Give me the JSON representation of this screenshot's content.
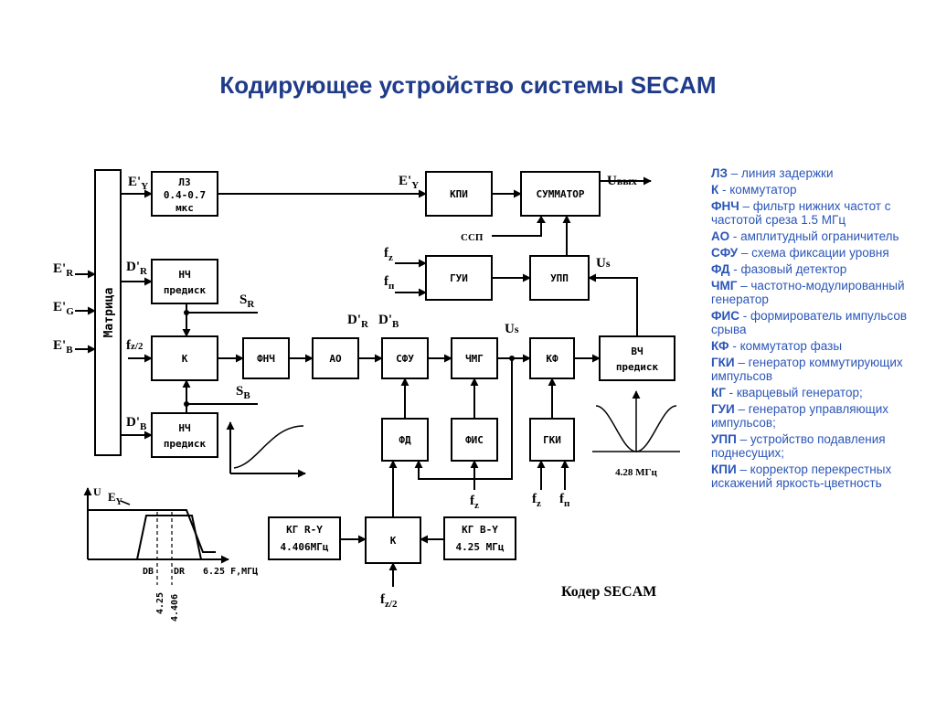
{
  "title": "Кодирующее устройство системы SECAM",
  "blocks": {
    "matrix": "Матрица",
    "lz_1": "ЛЗ",
    "lz_2": "0.4-0.7",
    "lz_3": "мкс",
    "nch1_1": "НЧ",
    "nch1_2": "предиск",
    "k1": "К",
    "nch2_1": "НЧ",
    "nch2_2": "предиск",
    "fnch": "ФНЧ",
    "ao": "АО",
    "sfu": "СФУ",
    "chmg": "ЧМГ",
    "kf": "КФ",
    "vch_1": "ВЧ",
    "vch_2": "предиск",
    "kpi": "КПИ",
    "summator": "СУММАТОР",
    "gui": "ГУИ",
    "upp": "УПП",
    "fd": "ФД",
    "fis": "ФИС",
    "gki": "ГКИ",
    "kg_ry_1": "КГ R-Y",
    "kg_ry_2": "4.406МГц",
    "k2": "К",
    "kg_by_1": "КГ B-Y",
    "kg_by_2": "4.25 МГц"
  },
  "signals": {
    "ey_main": "E'",
    "ey_sub": "Y",
    "ey2_main": "E'",
    "ey2_sub": "Y",
    "er_main": "E'",
    "er_sub": "R",
    "eg_main": "E'",
    "eg_sub": "G",
    "eb_main": "E'",
    "eb_sub": "B",
    "dr_main": "D'",
    "dr_sub": "R",
    "db_main": "D'",
    "db_sub": "B",
    "fz2_main": "f",
    "fz2_sub": "z/2",
    "sr_main": "S",
    "sr_sub": "R",
    "sb_main": "S",
    "sb_sub": "B",
    "drdb_1": "D'",
    "drdb_1_sub": "R",
    "drdb_2": "D'",
    "drdb_2_sub": "B",
    "us_1": "U",
    "us_1_sub": "s",
    "us_2": "U",
    "us_2_sub": "s",
    "uout_main": "U",
    "uout_sub": "вых",
    "ssp": "ССП",
    "fz_gui_main": "f",
    "fz_gui_sub": "z",
    "fp_gui_main": "f",
    "fp_gui_sub": "п",
    "fz_fis_main": "f",
    "fz_fis_sub": "z",
    "fz_gki_main": "f",
    "fz_gki_sub": "z",
    "fp_gki_main": "f",
    "fp_gki_sub": "п",
    "fz2b_main": "f",
    "fz2b_sub": "z/2"
  },
  "spectrum_plot": {
    "u_label": "U",
    "ey_label": "E",
    "ey_sub": "Y",
    "db": "DB",
    "dr": "DR",
    "f_max": "6.25 F,МГЦ",
    "v1": "4.25",
    "v2": "4.406"
  },
  "vch_plot_label": "4.28 МГц",
  "coder_label": "Кодер SECAM",
  "legend": [
    {
      "term": "ЛЗ",
      "desc": " – линия задержки"
    },
    {
      "term": "К",
      "desc": " - коммутатор"
    },
    {
      "term": "ФНЧ",
      "desc": " – фильтр нижних частот с частотой среза 1.5 МГц"
    },
    {
      "term": "АО",
      "desc": " - амплитудный ограничитель"
    },
    {
      "term": "СФУ",
      "desc": " – схема фиксации уровня"
    },
    {
      "term": "ФД",
      "desc": " - фазовый детектор"
    },
    {
      "term": "ЧМГ",
      "desc": " – частотно-модулированный генератор"
    },
    {
      "term": "ФИС",
      "desc": " - формирователь импульсов срыва"
    },
    {
      "term": "КФ",
      "desc": " - коммутатор фазы"
    },
    {
      "term": "ГКИ",
      "desc": " – генератор коммутирующих импульсов"
    },
    {
      "term": "КГ",
      "desc": " - кварцевый генератор;"
    },
    {
      "term": "ГУИ",
      "desc": " – генератор управляющих импульсов;"
    },
    {
      "term": "УПП",
      "desc": " – устройство подавления поднесущих;"
    },
    {
      "term": "КПИ",
      "desc": " – корректор перекрестных искажений яркость-цветность"
    }
  ]
}
